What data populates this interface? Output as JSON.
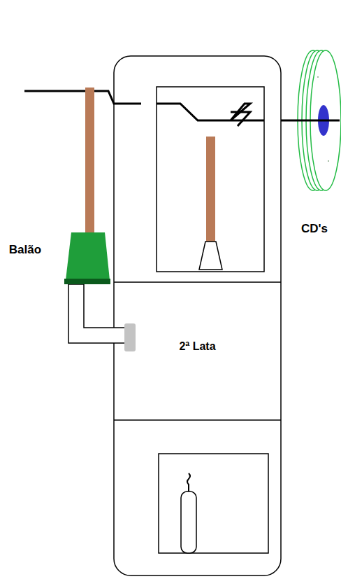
{
  "diagram": {
    "nodes": [
      {
        "text": [
          "2ª Lata"
        ]
      }
    ],
    "labels": [
      "Balão",
      "CD's"
    ]
  }
}
